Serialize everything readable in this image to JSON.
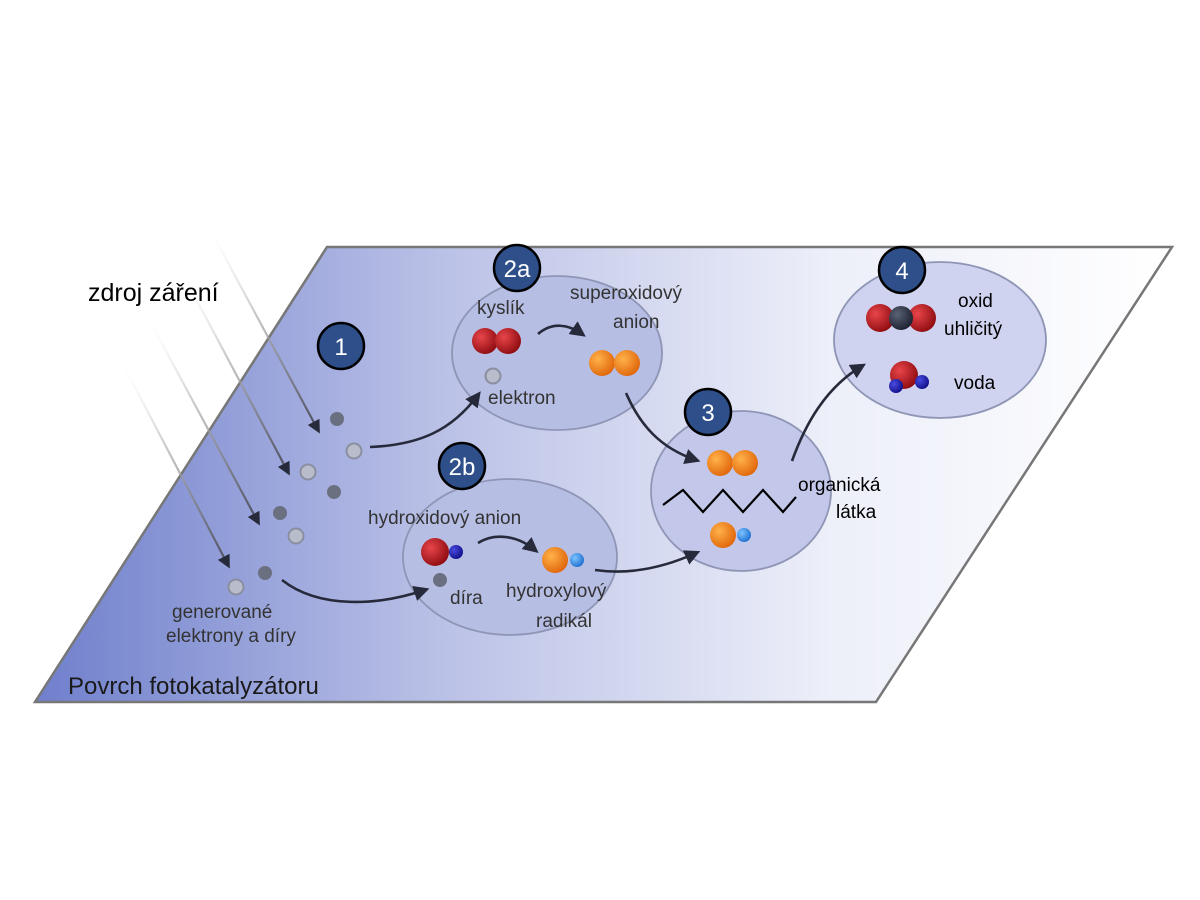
{
  "source_label": "zdroj záření",
  "surface_label": "Povrch fotokatalyzátoru",
  "steps": {
    "s1": "1",
    "s2a": "2a",
    "s2b": "2b",
    "s3": "3",
    "s4": "4"
  },
  "labels": {
    "kyslik": "kyslík",
    "superoxid_1": "superoxidový",
    "superoxid_2": "anion",
    "elektron": "elektron",
    "hydroxid": "hydroxidový anion",
    "dira": "díra",
    "hydroxyl_1": "hydroxylový",
    "hydroxyl_2": "radikál",
    "generovane_1": "generované",
    "generovane_2": "elektrony a díry",
    "organicka_1": "organická",
    "organicka_2": "látka",
    "oxid_1": "oxid",
    "oxid_2": "uhličitý",
    "voda": "voda"
  },
  "colors": {
    "badge": "#2e4f8a",
    "oxygen_red": "#c0151b",
    "superoxide_orange": "#f07c0a",
    "hydrogen_blue": "#1a1aa8",
    "hydroxyl_blue": "#2f8fe8",
    "carbon_dark": "#2a3040",
    "electron": "#6b7080",
    "hole_ring": "#8a8fa0"
  },
  "icons": [
    "light-ray-arrow-icon",
    "electron-dot-icon",
    "hole-dot-icon",
    "molecule-icon",
    "reaction-arrow-icon",
    "zigzag-chain-icon"
  ]
}
